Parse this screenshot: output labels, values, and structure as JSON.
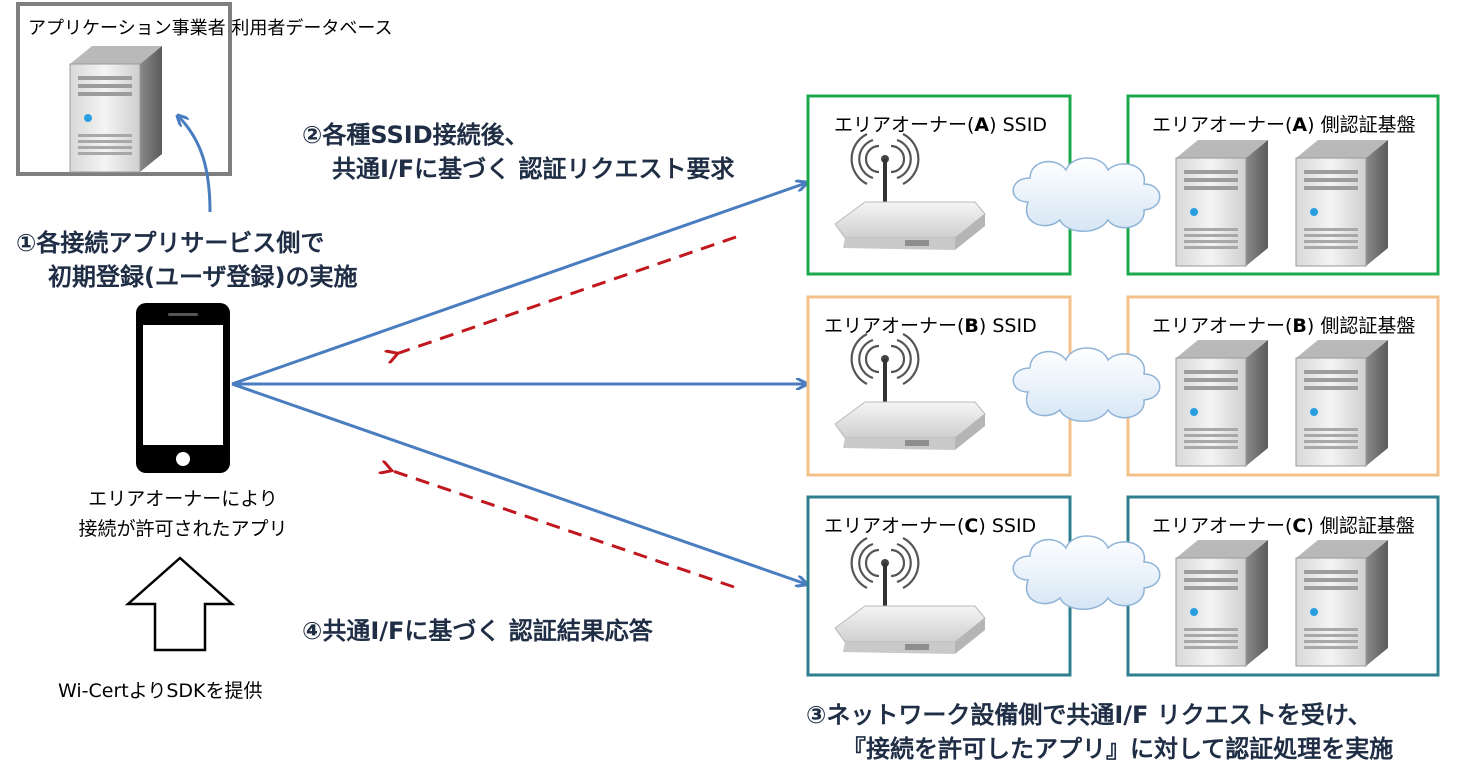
{
  "database": {
    "label": "アプリケーション事業者 利用者データベース"
  },
  "steps": {
    "step1": {
      "line1": "①各接続アプリサービス側で",
      "line2": "初期登録(ユーザ登録)の実施"
    },
    "step2": {
      "line1": "②各種SSID接続後、",
      "line2": "共通I/Fに基づく 認証リクエスト要求"
    },
    "step3": {
      "line1": "③ネットワーク設備側で共通I/F リクエストを受け、",
      "line2": "『接続を許可したアプリ』に対して認証処理を実施"
    },
    "step4": {
      "line1": "④共通I/Fに基づく 認証結果応答"
    }
  },
  "phone": {
    "label_line1": "エリアオーナーにより",
    "label_line2": "接続が許可されたアプリ"
  },
  "sdk": {
    "label": "Wi-CertよりSDKを提供"
  },
  "areas": [
    {
      "ssid_prefix": "エリアオーナー(",
      "letter": "A",
      "ssid_suffix": ") SSID",
      "auth_prefix": "エリアオーナー(",
      "auth_suffix": ") 側認証基盤",
      "border_color": "#1aa84b"
    },
    {
      "ssid_prefix": "エリアオーナー(",
      "letter": "B",
      "ssid_suffix": ") SSID",
      "auth_prefix": "エリアオーナー(",
      "auth_suffix": ") 側認証基盤",
      "border_color": "#f5c08a"
    },
    {
      "ssid_prefix": "エリアオーナー(",
      "letter": "C",
      "ssid_suffix": ") SSID",
      "auth_prefix": "エリアオーナー(",
      "auth_suffix": ") 側認証基盤",
      "border_color": "#2f7f8f"
    }
  ],
  "colors": {
    "request_arrow": "#4a7dbf",
    "response_arrow": "#c0181e",
    "step_text": "#1f2d45"
  },
  "icons": [
    "server-icon",
    "smartphone-icon",
    "wifi-router-icon",
    "cloud-icon",
    "up-arrow-icon"
  ]
}
